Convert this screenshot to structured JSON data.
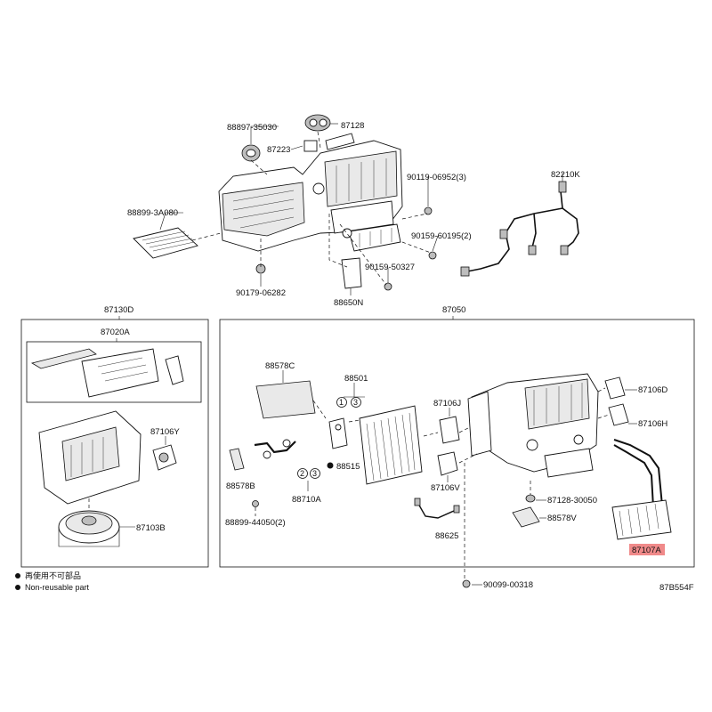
{
  "labels": {
    "p88897": "88897-35030",
    "p87128": "87128",
    "p87223": "87223",
    "p90119": "90119-06952(3)",
    "p88899a": "88899-3A080",
    "p90159a": "90159-60195(2)",
    "p90159b": "90159-50327",
    "p90179": "90179-06282",
    "p88650": "88650N",
    "p82210": "82210K",
    "p87130": "87130D",
    "p87050": "87050",
    "p87020": "87020A",
    "p87106y": "87106Y",
    "p87103": "87103B",
    "p88578c": "88578C",
    "p88501": "88501",
    "p87106j": "87106J",
    "p87106d": "87106D",
    "p87106h": "87106H",
    "p88515": "88515",
    "p88578b": "88578B",
    "p88710": "88710A",
    "p87106v": "87106V",
    "p88899b": "88899-44050(2)",
    "p88625": "88625",
    "p87128b": "87128-30050",
    "p88578v": "88578V",
    "p87107": "87107A",
    "p90099": "90099-00318",
    "circle1": "1",
    "circle2": "2",
    "circle3": "3"
  },
  "legend": {
    "jp": "再使用不可部品",
    "en": "Non-reusable part"
  },
  "diagram_code": "87B554F",
  "colors": {
    "highlight": "#f08a8a"
  }
}
